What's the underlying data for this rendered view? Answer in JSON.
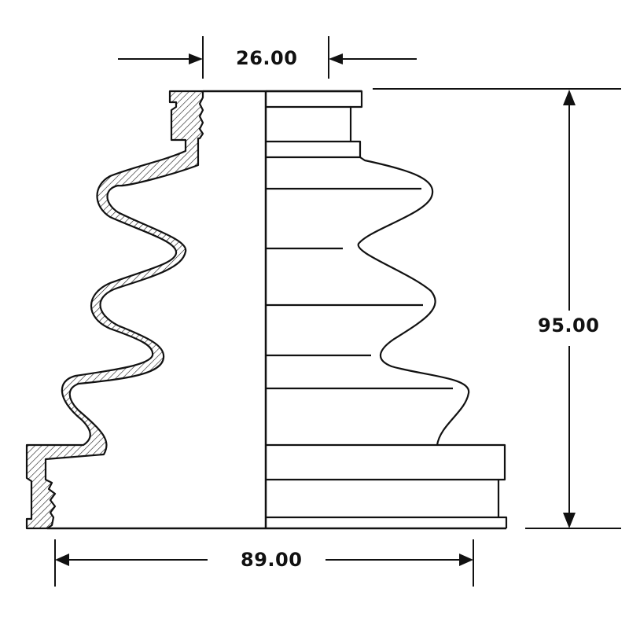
{
  "dimensions": {
    "top_width": "26.00",
    "height": "95.00",
    "bottom_width": "89.00"
  },
  "colors": {
    "line": "#111111",
    "background": "#ffffff"
  }
}
